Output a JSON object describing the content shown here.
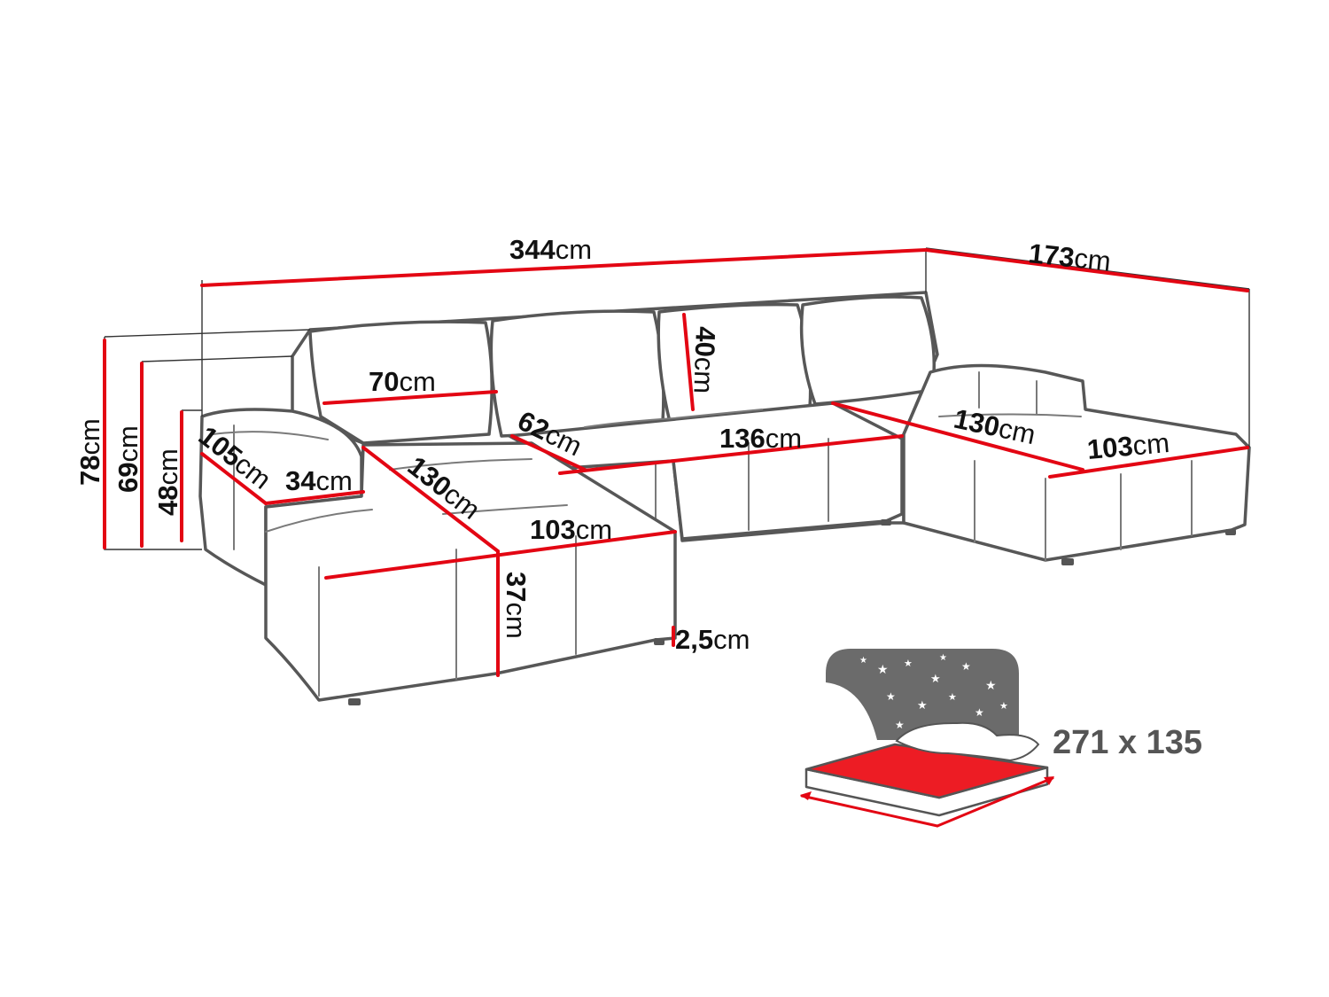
{
  "unit": "cm",
  "dimensions": {
    "total_width": "344",
    "total_depth": "173",
    "height_total": "78",
    "height_back": "69",
    "height_seat": "48",
    "armrest_length": "105",
    "armrest_width": "34",
    "cushion_width": "70",
    "cushion_height": "40",
    "seat_depth": "62",
    "middle_width": "136",
    "left_chaise_length": "130",
    "left_chaise_width": "103",
    "right_chaise_length": "130",
    "right_chaise_width": "103",
    "chaise_height": "37",
    "leg_height": "2,5"
  },
  "sleeping_area": "271 x 135",
  "colors": {
    "dimension_line": "#e30613",
    "outline": "#575757",
    "mattress": "#ed1c24",
    "night_sky": "#6b6b6b"
  }
}
